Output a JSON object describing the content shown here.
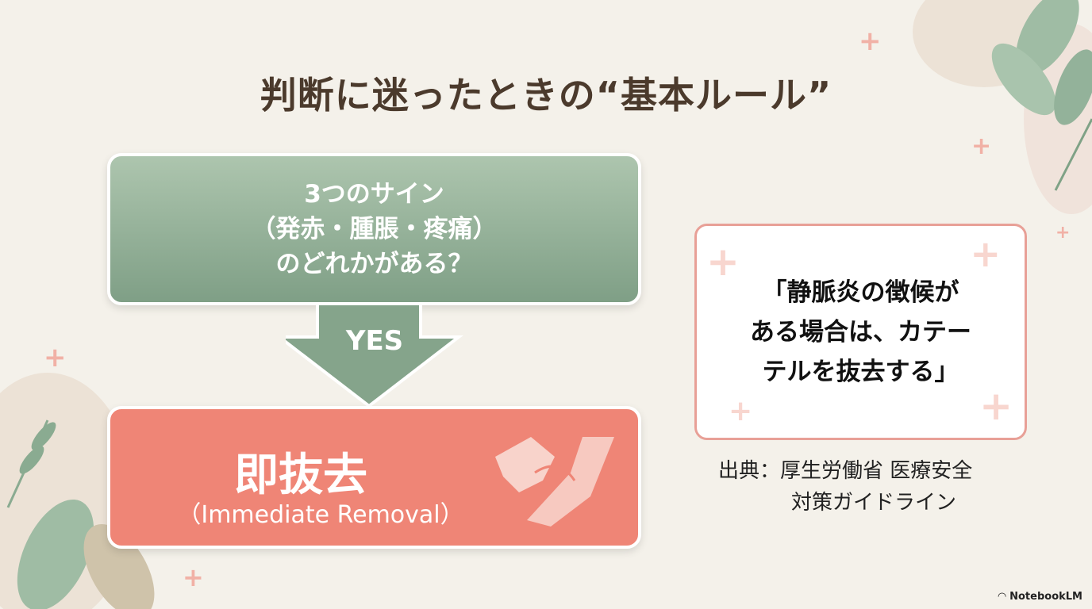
{
  "title": "判断に迷ったときの“基本ルール”",
  "flow": {
    "question": [
      "3つのサイン",
      "（発赤・腫脹・疼痛）",
      "のどれかがある？"
    ],
    "arrow_label": "YES",
    "action_title": "即抜去",
    "action_subtitle": "（Immediate Removal）"
  },
  "quote": [
    "「静脈炎の徴候が",
    "ある場合は、カテー",
    "テルを抜去する」"
  ],
  "source": [
    "出典：厚生労働省 医療安全",
    "対策ガイドライン"
  ],
  "logo": "NotebookLM",
  "colors": {
    "green": "#8faf93",
    "red": "#ef8576",
    "title": "#4b3a2c",
    "quote_border": "#e8a097"
  }
}
